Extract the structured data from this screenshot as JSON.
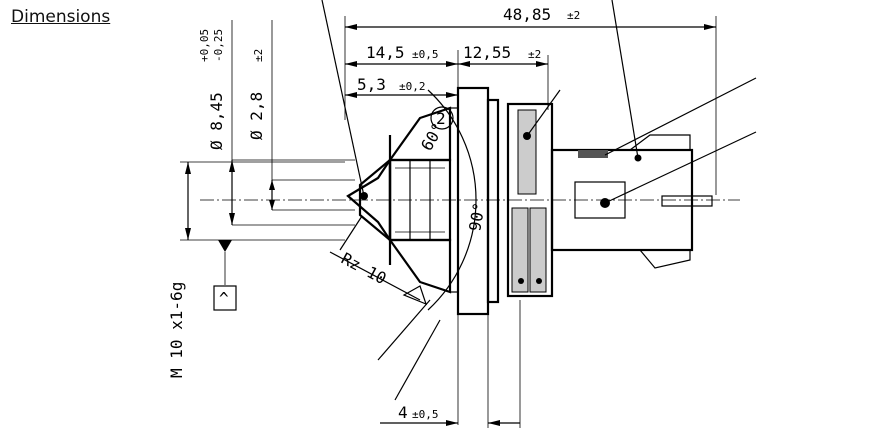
{
  "title": "Dimensions",
  "dimensions": {
    "overall_length": "48,85",
    "overall_length_tol": "±2",
    "body_length": "14,5",
    "body_length_tol": "±0,5",
    "connector_length": "12,55",
    "connector_length_tol": "±2",
    "tip_length": "5,3",
    "tip_length_tol": "±0,2",
    "flange_thickness": "4",
    "flange_thickness_tol": "±0,5",
    "diameter_outer": "Ø 8,45",
    "diameter_outer_tol_upper": "+0,05",
    "diameter_outer_tol_lower": "-0,25",
    "diameter_inner": "Ø 2,8",
    "diameter_inner_tol": "±2",
    "thread": "M 10 x1-6g",
    "roughness": "Rz 10",
    "angle_cone": "60°",
    "angle_seat": "90°",
    "callout": "2",
    "symbol_box": "^"
  }
}
